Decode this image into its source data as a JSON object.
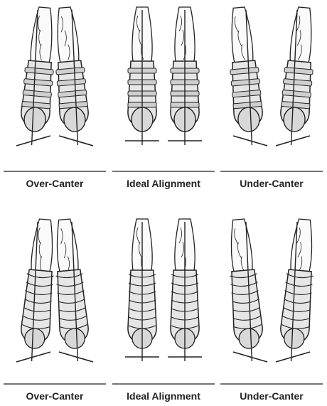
{
  "rows": [
    {
      "panels": [
        {
          "label": "Over-Canter",
          "alignment": "over"
        },
        {
          "label": "Ideal Alignment",
          "alignment": "ideal"
        },
        {
          "label": "Under-Canter",
          "alignment": "under"
        }
      ],
      "boot_style": "ski boot with buckles"
    },
    {
      "panels": [
        {
          "label": "Over-Canter",
          "alignment": "over"
        },
        {
          "label": "Ideal Alignment",
          "alignment": "ideal"
        },
        {
          "label": "Under-Canter",
          "alignment": "under"
        }
      ],
      "boot_style": "ski boot with wrap-around liner"
    }
  ],
  "colors": {
    "line": "#222222",
    "shade": "#e6e6e6",
    "background": "#ffffff"
  }
}
